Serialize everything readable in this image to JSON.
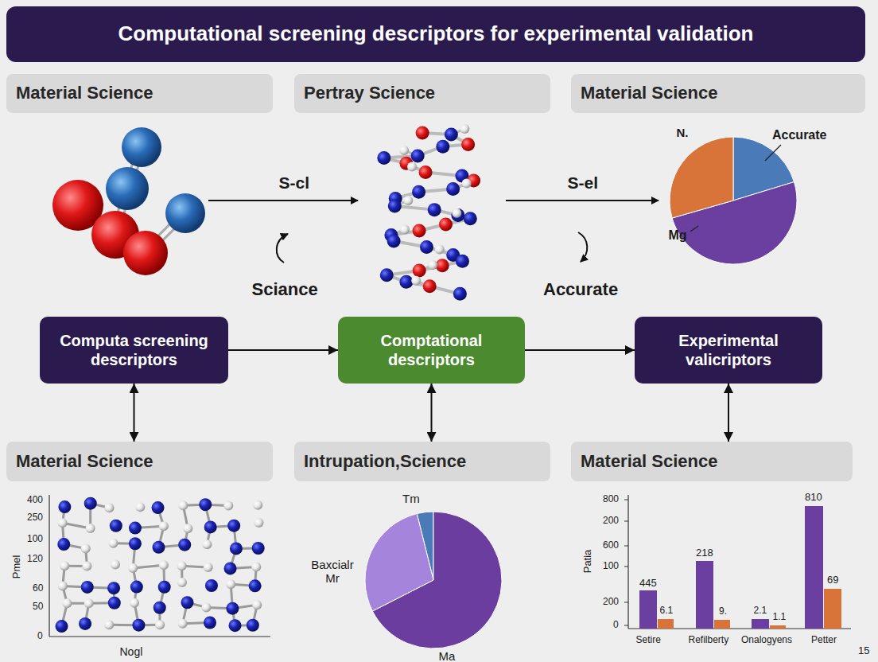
{
  "diagram": {
    "title": "Computational screening descriptors for experimental validation",
    "nodes": [
      {
        "text": [
          "Material Science"
        ]
      },
      {
        "text": [
          "Pertray Science"
        ]
      },
      {
        "text": [
          "Material Science"
        ]
      },
      {
        "text": [
          "Computa screening descriptors"
        ]
      },
      {
        "text": [
          "Comptational descriptors"
        ]
      },
      {
        "text": [
          "Experimental valicriptors"
        ]
      },
      {
        "text": [
          "Material Science"
        ]
      },
      {
        "text": [
          "Intrupation,Science"
        ]
      },
      {
        "text": [
          "Material Science"
        ]
      }
    ],
    "edges": [
      {
        "from": 3,
        "to": 4,
        "arrow": "to"
      },
      {
        "from": 4,
        "to": 5,
        "arrow": "to"
      },
      {
        "from": 3,
        "to": 6,
        "arrow": "both"
      },
      {
        "from": 4,
        "to": 7,
        "arrow": "both"
      },
      {
        "from": 5,
        "to": 8,
        "arrow": "both"
      }
    ],
    "labels": [
      "N.",
      "Accurate",
      "S-cl",
      "S-el",
      "Mg",
      "Sciance",
      "Accurate",
      "400",
      "250",
      "100",
      "120",
      "60",
      "50",
      "0",
      "Pmel",
      "Nogl",
      "Tm",
      "Baxcialr Mr",
      "Ma",
      "800",
      "200",
      "600",
      "100",
      "200",
      "0",
      "Patia",
      "445",
      "6.1",
      "218",
      "9.",
      "2.1",
      "1.1",
      "810",
      "69",
      "Setire",
      "Refilberty",
      "Onalogyens",
      "Petter",
      "15"
    ]
  }
}
